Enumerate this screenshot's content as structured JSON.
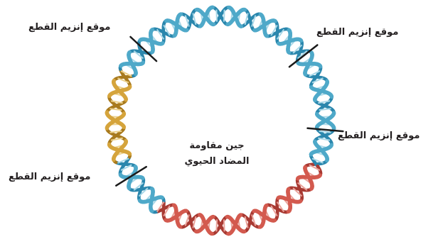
{
  "labels": {
    "top_left": "موقع إنزيم القطع",
    "top_right": "موقع إنزيم القطع",
    "right": "موقع إنزيم القطع",
    "bottom_left": "موقع إنزيم القطع"
  },
  "center": {
    "line1": "جين مقاومة",
    "line2": "المضاد الحيوي"
  },
  "colors": {
    "plasmid_blue": "#4fa9c9",
    "plasmid_blue_dark": "#2b87ad",
    "plasmid_blue_light": "#a9d8e8",
    "insert_gold": "#d5a43c",
    "insert_gold_dark": "#a87a1e",
    "resistance_red": "#d35a4f",
    "resistance_red_dark": "#a83a33",
    "cut_line": "#1a1a1a"
  }
}
